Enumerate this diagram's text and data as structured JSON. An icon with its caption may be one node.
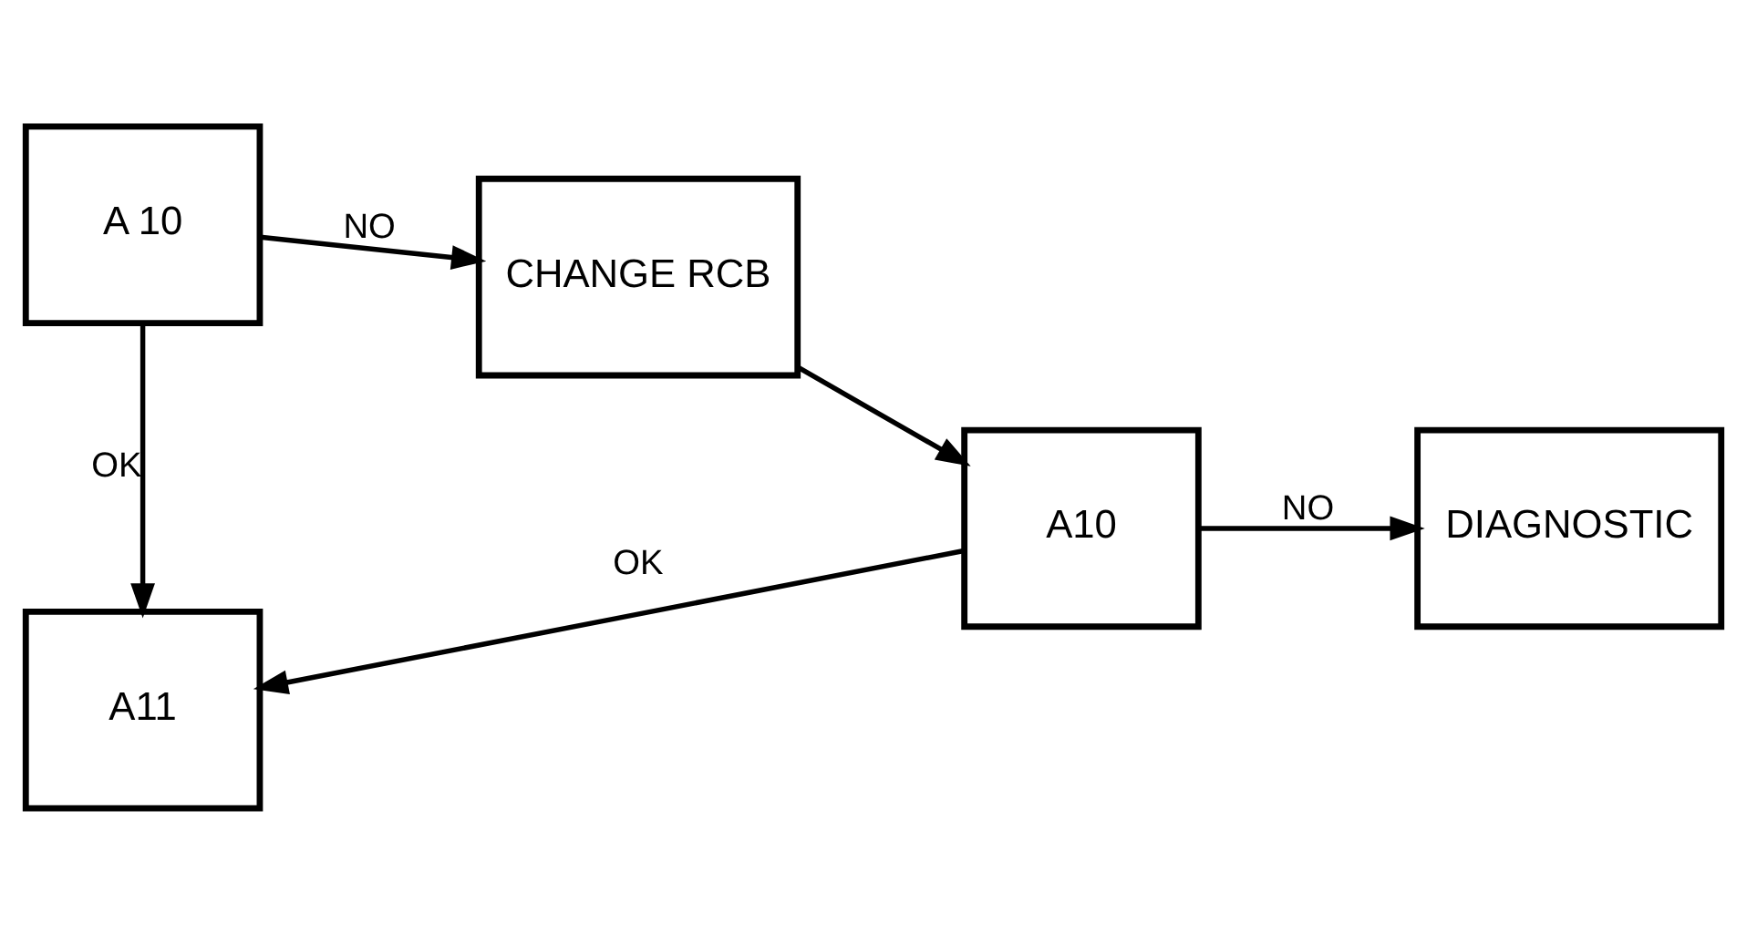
{
  "diagram": {
    "nodes": [
      {
        "text": [
          "A 10"
        ]
      },
      {
        "text": [
          "CHANGE RCB"
        ]
      },
      {
        "text": [
          "A10"
        ]
      },
      {
        "text": [
          "DIAGNOSTIC"
        ]
      },
      {
        "text": [
          "A11"
        ]
      }
    ],
    "edges": [
      {
        "from": 0,
        "to": 1,
        "label": "NO",
        "arrow": "to"
      },
      {
        "from": 1,
        "to": 2,
        "arrow": "to"
      },
      {
        "from": 2,
        "to": 3,
        "label": "NO",
        "arrow": "to"
      },
      {
        "from": 2,
        "to": 4,
        "label": "OK",
        "arrow": "to"
      },
      {
        "from": 0,
        "to": 4,
        "label": "OK",
        "arrow": "to"
      }
    ]
  }
}
